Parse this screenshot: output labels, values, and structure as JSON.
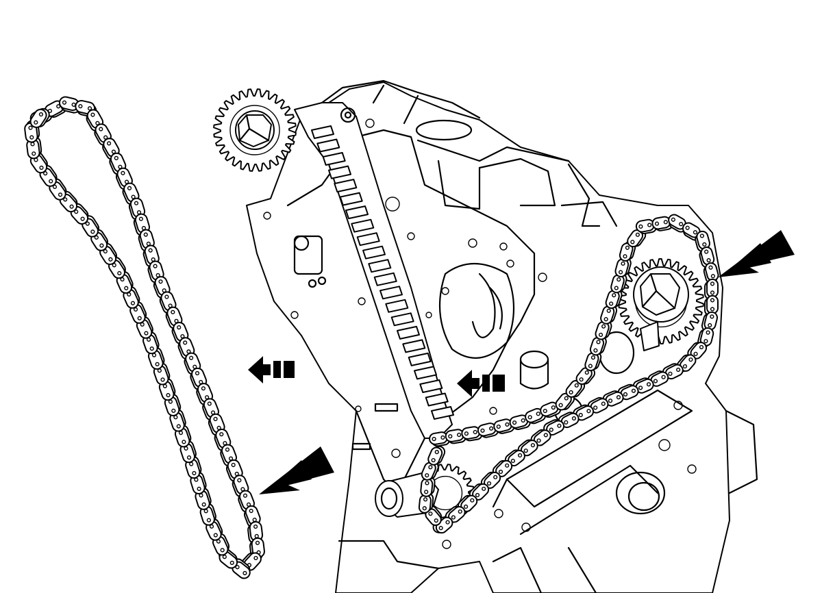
{
  "diagram": {
    "style": "line-art",
    "ink_color": "#000000",
    "background_color": "#ffffff",
    "parts": [
      {
        "name": "loose-timing-chain"
      },
      {
        "name": "upper-idler-sprocket"
      },
      {
        "name": "camshaft-sprocket"
      },
      {
        "name": "crankshaft-sprocket"
      },
      {
        "name": "chain-guide"
      },
      {
        "name": "engine-block-front"
      }
    ],
    "callouts": [
      {
        "name": "direction-arrow-left-1",
        "kind": "removal-direction"
      },
      {
        "name": "direction-arrow-left-2",
        "kind": "removal-direction"
      },
      {
        "name": "pointer-arrow-chain",
        "kind": "pointer"
      },
      {
        "name": "pointer-arrow-sprocket",
        "kind": "pointer"
      }
    ]
  }
}
